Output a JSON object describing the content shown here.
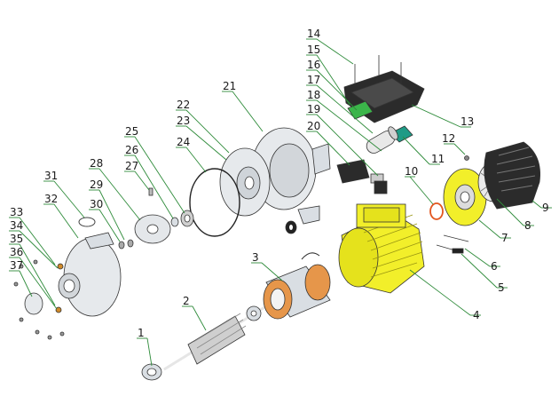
{
  "colors": {
    "leader": "#2e8b3a",
    "housing": "#f2ef2a",
    "metal": "#d9dee3",
    "copper": "#e6964a",
    "dark": "#2b2b2b",
    "green_part": "#3bb54a",
    "teal_part": "#1f9b86",
    "orange_ring": "#e2561f"
  },
  "labels": [
    {
      "id": "1",
      "text": "1"
    },
    {
      "id": "2",
      "text": "2"
    },
    {
      "id": "3",
      "text": "3"
    },
    {
      "id": "4",
      "text": "4"
    },
    {
      "id": "5",
      "text": "5"
    },
    {
      "id": "6",
      "text": "6"
    },
    {
      "id": "7",
      "text": "7"
    },
    {
      "id": "8",
      "text": "8"
    },
    {
      "id": "9",
      "text": "9"
    },
    {
      "id": "10",
      "text": "10"
    },
    {
      "id": "11",
      "text": "11"
    },
    {
      "id": "12",
      "text": "12"
    },
    {
      "id": "13",
      "text": "13"
    },
    {
      "id": "14",
      "text": "14"
    },
    {
      "id": "15",
      "text": "15"
    },
    {
      "id": "16",
      "text": "16"
    },
    {
      "id": "17",
      "text": "17"
    },
    {
      "id": "18",
      "text": "18"
    },
    {
      "id": "19",
      "text": "19"
    },
    {
      "id": "20",
      "text": "20"
    },
    {
      "id": "21",
      "text": "21"
    },
    {
      "id": "22",
      "text": "22"
    },
    {
      "id": "23",
      "text": "23"
    },
    {
      "id": "24",
      "text": "24"
    },
    {
      "id": "25",
      "text": "25"
    },
    {
      "id": "26",
      "text": "26"
    },
    {
      "id": "27",
      "text": "27"
    },
    {
      "id": "28",
      "text": "28"
    },
    {
      "id": "29",
      "text": "29"
    },
    {
      "id": "30",
      "text": "30"
    },
    {
      "id": "31",
      "text": "31"
    },
    {
      "id": "32",
      "text": "32"
    },
    {
      "id": "33",
      "text": "33"
    },
    {
      "id": "34",
      "text": "34"
    },
    {
      "id": "35",
      "text": "35"
    },
    {
      "id": "36",
      "text": "36"
    },
    {
      "id": "37",
      "text": "37"
    }
  ]
}
